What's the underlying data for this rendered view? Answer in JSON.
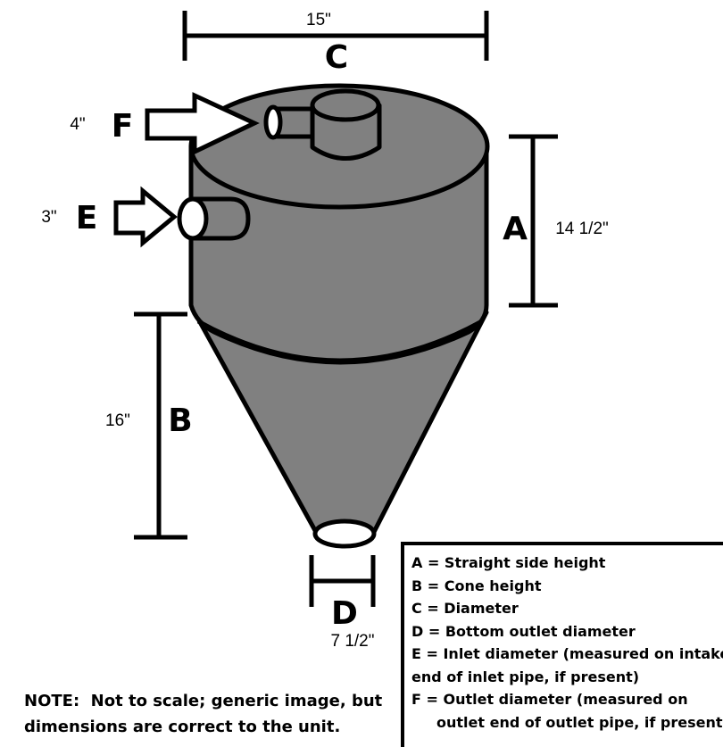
{
  "dimensions": {
    "C": {
      "label": "C",
      "value": "15\""
    },
    "F": {
      "label": "F",
      "value": "4\""
    },
    "E": {
      "label": "E",
      "value": "3\""
    },
    "A": {
      "label": "A",
      "value": "14 1/2\""
    },
    "B": {
      "label": "B",
      "value": "16\""
    },
    "D": {
      "label": "D",
      "value": "7 1/2\""
    }
  },
  "legend": [
    "A = Straight side height",
    "B = Cone height",
    "C = Diameter",
    "D = Bottom outlet diameter",
    "E = Inlet diameter (measured on intake",
    "end of inlet pipe, if present)",
    "F = Outlet diameter (measured on",
    "outlet end of outlet pipe, if present)"
  ],
  "note": {
    "line1": "NOTE:  Not to scale; generic image, but",
    "line2": "dimensions are correct to the unit."
  },
  "colors": {
    "body": "#808080",
    "stroke": "#000000"
  }
}
